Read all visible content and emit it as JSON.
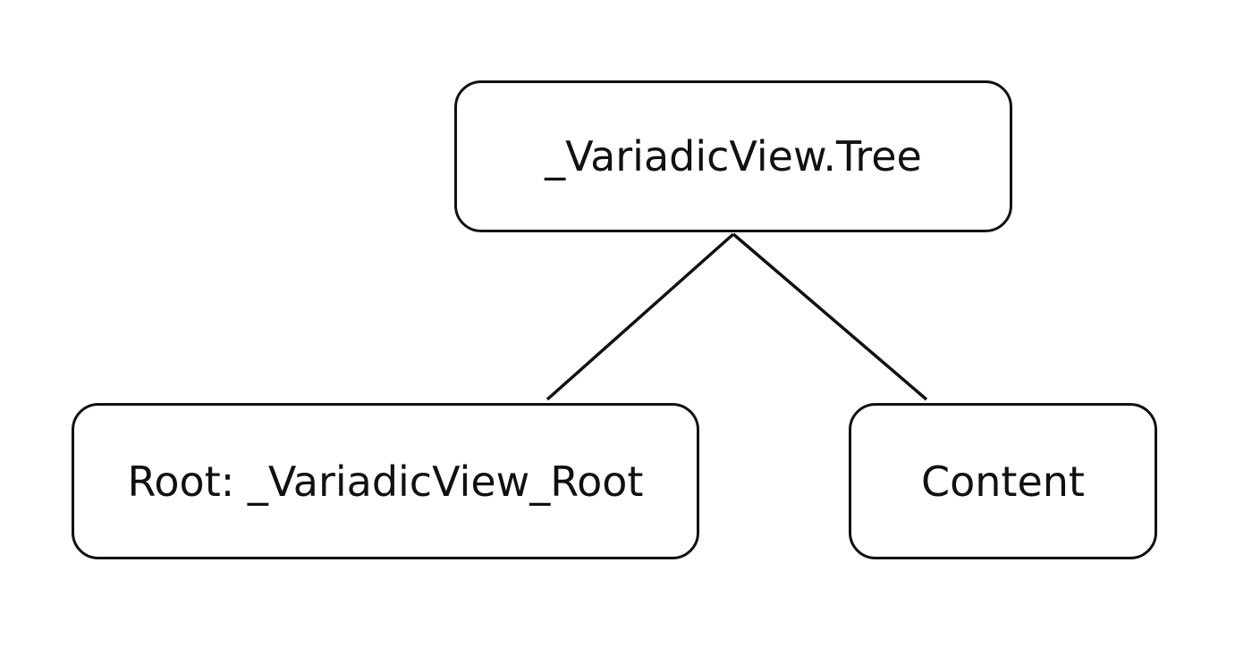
{
  "diagram": {
    "type": "tree",
    "line_color": "#111111",
    "nodes": [
      {
        "id": "tree",
        "label": "_VariadicView.Tree"
      },
      {
        "id": "root",
        "label": "Root: _VariadicView_Root"
      },
      {
        "id": "content",
        "label": "Content"
      }
    ],
    "edges": [
      {
        "from": "tree",
        "to": "root"
      },
      {
        "from": "tree",
        "to": "content"
      }
    ]
  }
}
